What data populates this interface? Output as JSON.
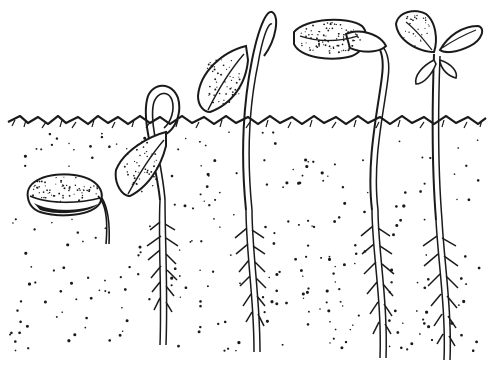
{
  "colors": {
    "ink": "#1a1a1a",
    "paper": "#ffffff"
  },
  "stage_count": 5,
  "stages": [
    {
      "id": "stage-1"
    },
    {
      "id": "stage-2"
    },
    {
      "id": "stage-3"
    },
    {
      "id": "stage-4"
    },
    {
      "id": "stage-5"
    }
  ]
}
